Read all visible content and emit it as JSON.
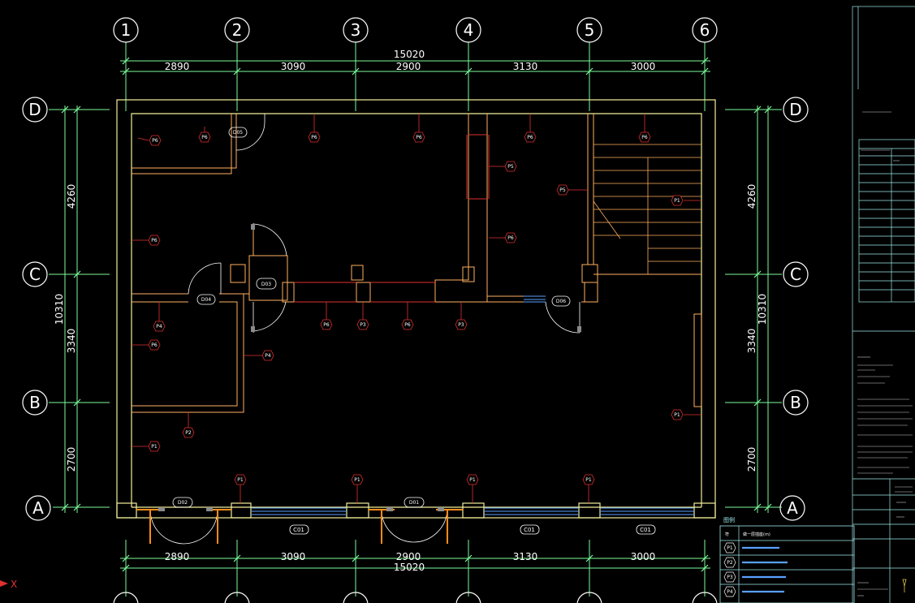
{
  "axes": {
    "columns": [
      "1",
      "2",
      "3",
      "4",
      "5",
      "6"
    ],
    "rows": [
      "D",
      "C",
      "B",
      "A"
    ]
  },
  "dimensions": {
    "top_segments": [
      "2890",
      "3090",
      "2900",
      "3130",
      "3000"
    ],
    "top_total": "15020",
    "bottom_segments": [
      "2890",
      "3090",
      "2900",
      "3130",
      "3000"
    ],
    "bottom_total": "15020",
    "left_segments": [
      "4260",
      "3340",
      "2700"
    ],
    "left_total": "10310",
    "right_segments": [
      "4260",
      "3340",
      "2700"
    ],
    "right_total": "10310"
  },
  "doors": [
    "D05",
    "D03",
    "D04",
    "D06",
    "D02",
    "D01"
  ],
  "windows": [
    "C01",
    "C01",
    "C01"
  ],
  "power_tags": {
    "t1": "P6",
    "t2": "P6",
    "t3": "P6",
    "t4": "P6",
    "t5": "P6",
    "t6": "P6",
    "t7": "P5",
    "t8": "P5",
    "t9": "P1",
    "t10": "P6",
    "t11": "P6",
    "t12": "P6",
    "t13": "P3",
    "t14": "P6",
    "t15": "P3",
    "t16": "P4",
    "t17": "P6",
    "t18": "P4",
    "t19": "P2",
    "t20": "P1",
    "t21": "P1",
    "t22": "P1",
    "t23": "P1",
    "t24": "P1",
    "t25": "P1"
  },
  "axis_indicator": "X",
  "legend": {
    "title": "图例",
    "header_symbol": "符",
    "header_desc": "做一层插座(m)",
    "rows": [
      {
        "symbol": "P1"
      },
      {
        "symbol": "P2"
      },
      {
        "symbol": "P3"
      },
      {
        "symbol": "P4"
      }
    ]
  },
  "colors": {
    "background": "#000000",
    "grid_axis": "#7CFC9A",
    "wall": "#F4F09A",
    "partition": "#FFB060",
    "red_wall": "#E03030",
    "window": "#5AA0FF",
    "door_frame": "#FF8C1A",
    "tag": "#E03030",
    "titleblock": "#9EE8E8",
    "text": "#FFFFFF"
  }
}
